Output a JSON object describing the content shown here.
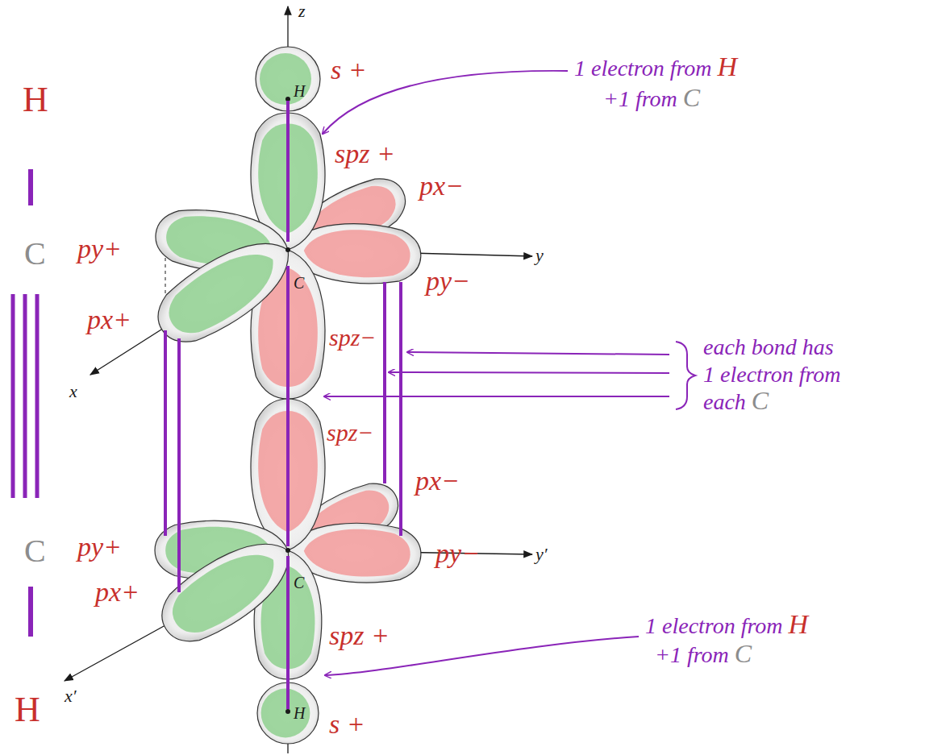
{
  "diagram": {
    "labels": [
      "H",
      "C",
      "C",
      "H",
      "z",
      "s +",
      "H",
      "1 electron from",
      "H",
      "+1 from",
      "C",
      "spz +",
      "px−",
      "py+",
      "C",
      "y",
      "py−",
      "px+",
      "x",
      "spz−",
      "each bond has",
      "1 electron from",
      "each",
      "C",
      "spz−",
      "px−",
      "py+",
      "C",
      "py−",
      "y′",
      "px+",
      "1 electron from",
      "H",
      "+1 from",
      "C",
      "spz +",
      "x′",
      "H",
      "s +"
    ]
  }
}
